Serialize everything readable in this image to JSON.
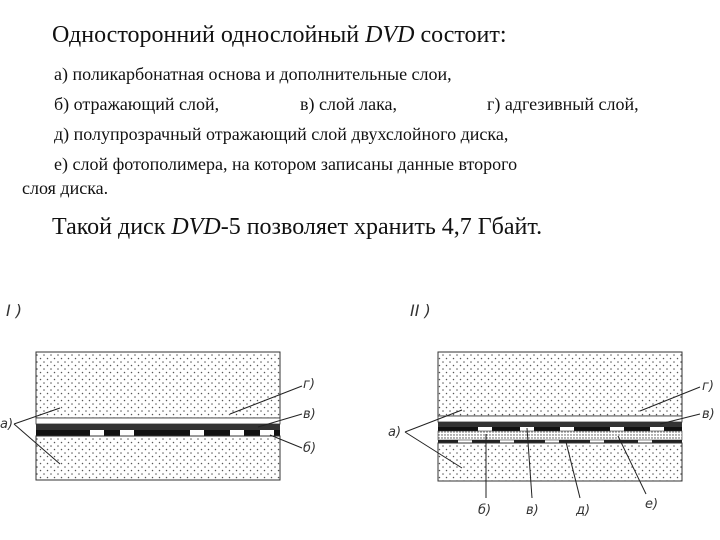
{
  "heading": {
    "prefix": "Односторонний однослойный ",
    "dvd": "DVD",
    "suffix": " состоит:"
  },
  "items": {
    "a": "а) поликарбонатная основа и дополнительные слои,",
    "b": "б) отражающий слой,",
    "v": "в) слой лака,",
    "g": "г) адгезивный слой,",
    "d": "д) полупрозрачный отражающий слой двухслойного диска,",
    "e1": "е) слой фотополимера, на котором записаны данные второго",
    "e2": "слоя диска."
  },
  "footer": {
    "prefix": "Такой диск ",
    "dvd": "DVD",
    "suffix": "-5 позволяет хранить 4,7 Гбайт."
  },
  "diagrams": {
    "left": {
      "title": "I )",
      "labels": {
        "g": "г)",
        "v": "в)",
        "a": "а)",
        "b": "б)"
      }
    },
    "right": {
      "title": "II )",
      "labels": {
        "g": "г)",
        "v": "в)",
        "a": "а)",
        "b": "б)",
        "v2": "в)",
        "d": "д)",
        "e": "е)"
      }
    }
  }
}
